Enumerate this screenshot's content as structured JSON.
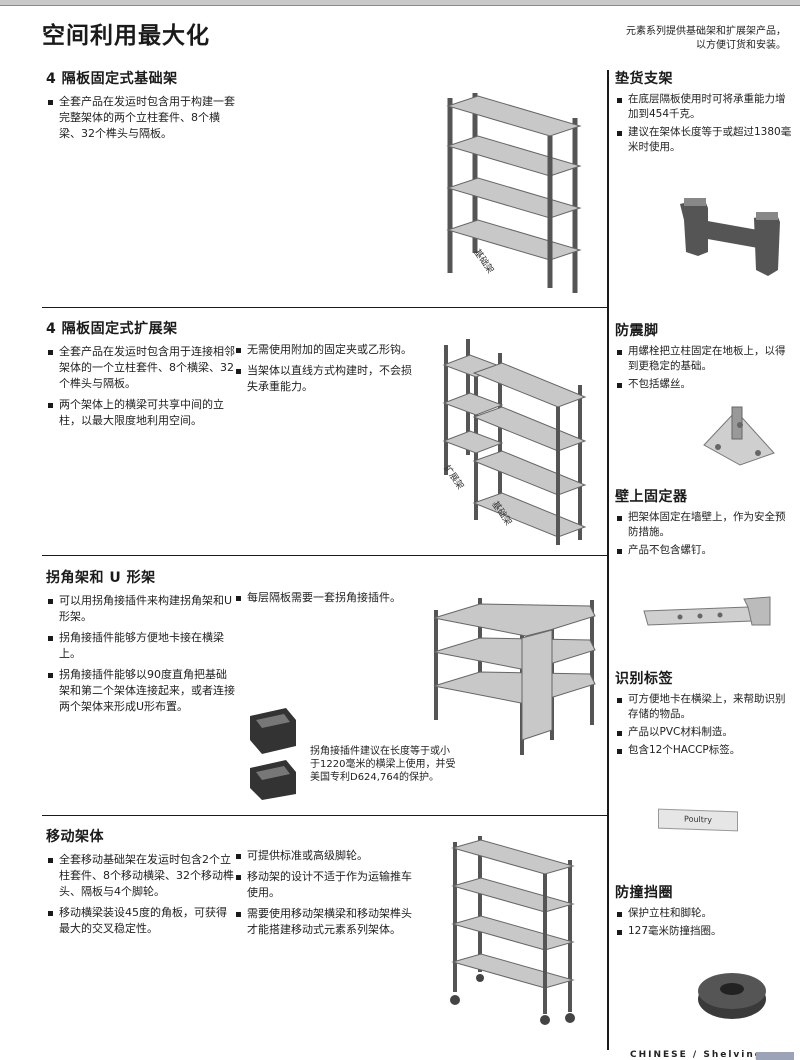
{
  "header": {
    "title": "空间利用最大化",
    "note_line1": "元素系列提供基础架和扩展架产品，",
    "note_line2": "以方便订货和安装。"
  },
  "sections": [
    {
      "title": "4 隔板固定式基础架",
      "col1": [
        "全套产品在发运时包含用于构建一套完整架体的两个立柱套件、8个横梁、32个榫头与隔板。"
      ],
      "col2": [],
      "image_label": "基础架"
    },
    {
      "title": "4 隔板固定式扩展架",
      "col1": [
        "全套产品在发运时包含用于连接相邻架体的一个立柱套件、8个横梁、32个榫头与隔板。",
        "两个架体上的横梁可共享中间的立柱，以最大限度地利用空间。"
      ],
      "col2": [
        "无需使用附加的固定夹或乙形钩。",
        "当架体以直线方式构建时，不会损失承重能力。"
      ],
      "image_label_1": "扩展架",
      "image_label_2": "基础架"
    },
    {
      "title": "拐角架和 U 形架",
      "col1": [
        "可以用拐角接插件来构建拐角架和U形架。",
        "拐角接插件能够方便地卡接在横梁上。",
        "拐角接插件能够以90度直角把基础架和第二个架体连接起来，或者连接两个架体来形成U形布置。"
      ],
      "col2": [
        "每层隔板需要一套拐角接插件。"
      ],
      "caption_line1": "拐角接插件建议在长度等于或小",
      "caption_line2": "于1220毫米的横梁上使用，并受",
      "caption_line3": "美国专利D624,764的保护。"
    },
    {
      "title": "移动架体",
      "col1": [
        "全套移动基础架在发运时包含2个立柱套件、8个移动横梁、32个移动榫头、隔板与4个脚轮。",
        "移动横梁装设45度的角板，可获得最大的交叉稳定性。"
      ],
      "col2": [
        "可提供标准或高级脚轮。",
        "移动架的设计不适于作为运输推车使用。",
        "需要使用移动架横梁和移动架榫头才能搭建移动式元素系列架体。"
      ]
    }
  ],
  "sidebar": [
    {
      "title": "垫货支架",
      "bullets": [
        "在底层隔板使用时可将承重能力增加到454千克。",
        "建议在架体长度等于或超过1380毫米时使用。"
      ]
    },
    {
      "title": "防震脚",
      "bullets": [
        "用螺栓把立柱固定在地板上，以得到更稳定的基础。",
        "不包括螺丝。"
      ]
    },
    {
      "title": "壁上固定器",
      "bullets": [
        "把架体固定在墙壁上，作为安全预防措施。",
        "产品不包含螺钉。"
      ]
    },
    {
      "title": "识别标签",
      "bullets": [
        "可方便地卡在横梁上，来帮助识别存储的物品。",
        "产品以PVC材料制造。",
        "包含12个HACCP标签。"
      ],
      "tag_text": "Poultry"
    },
    {
      "title": "防撞挡圈",
      "bullets": [
        "保护立柱和脚轮。",
        "127毫米防撞挡圈。"
      ]
    }
  ],
  "footer": {
    "text": "CHINESE / Shelving"
  },
  "colors": {
    "rule": "#1a1a1a",
    "frame": "#555555",
    "shelf": "#c8c8c8",
    "footer_accent": "#9aa3b8"
  }
}
